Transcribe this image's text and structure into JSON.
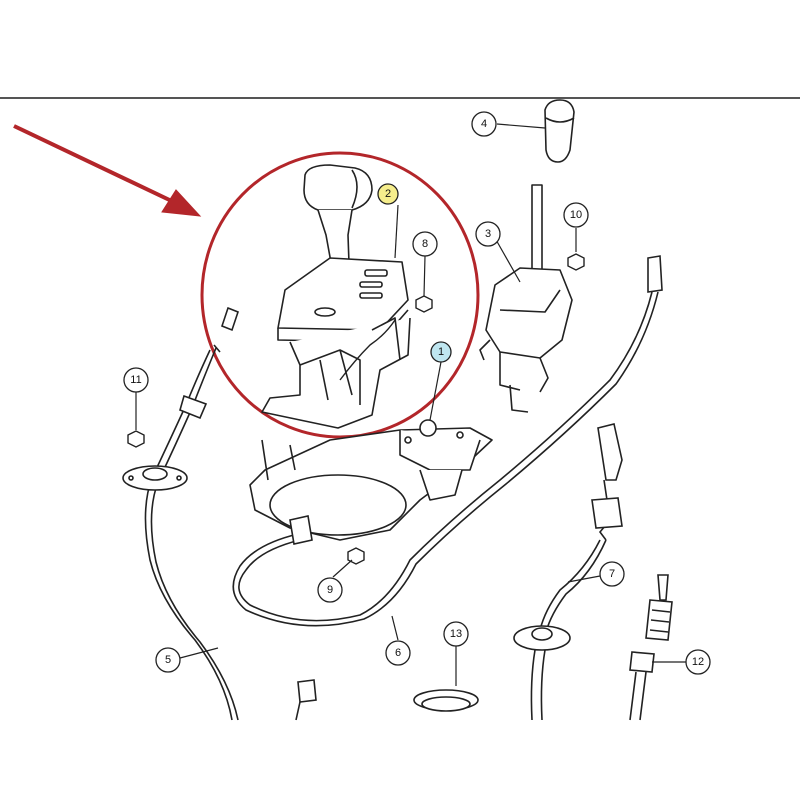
{
  "diagram": {
    "callouts": [
      {
        "id": "1",
        "label": "1",
        "fill": "#bfe6f0"
      },
      {
        "id": "2",
        "label": "2",
        "fill": "#f6ee8c"
      },
      {
        "id": "3",
        "label": "3",
        "fill": "#ffffff"
      },
      {
        "id": "4",
        "label": "4",
        "fill": "#ffffff"
      },
      {
        "id": "5",
        "label": "5",
        "fill": "#ffffff"
      },
      {
        "id": "6",
        "label": "6",
        "fill": "#ffffff"
      },
      {
        "id": "7",
        "label": "7",
        "fill": "#ffffff"
      },
      {
        "id": "8",
        "label": "8",
        "fill": "#ffffff"
      },
      {
        "id": "9",
        "label": "9",
        "fill": "#ffffff"
      },
      {
        "id": "10",
        "label": "10",
        "fill": "#ffffff"
      },
      {
        "id": "11",
        "label": "11",
        "fill": "#ffffff"
      },
      {
        "id": "12",
        "label": "12",
        "fill": "#ffffff"
      },
      {
        "id": "13",
        "label": "13",
        "fill": "#ffffff"
      }
    ],
    "highlight_color": "#b3262a",
    "line_color": "#222222"
  }
}
